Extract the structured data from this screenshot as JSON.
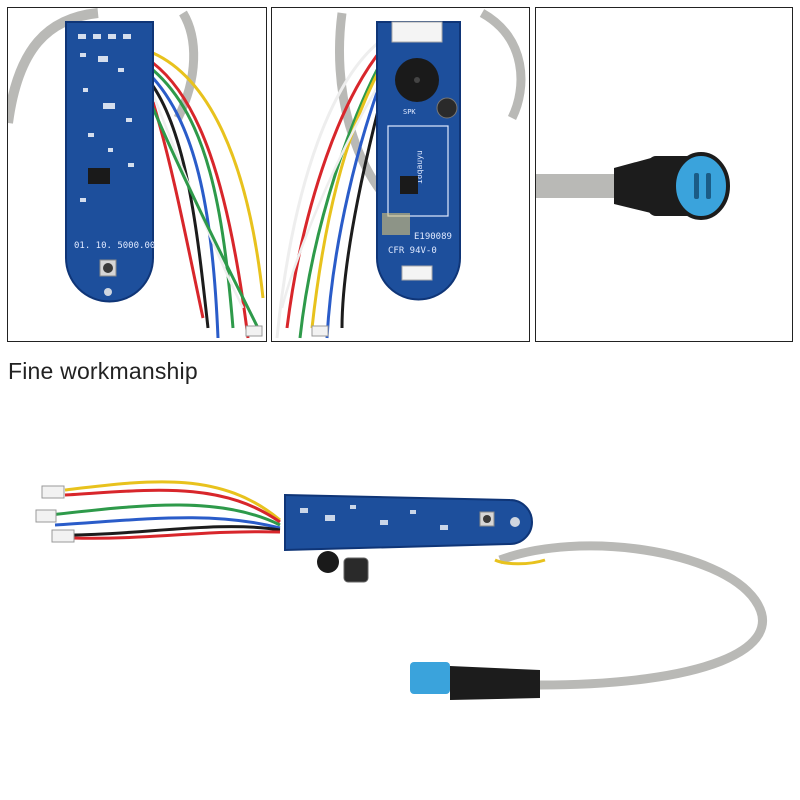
{
  "caption": "Fine workmanship",
  "board_front": {
    "silk_value": "01.  10.  5000.00"
  },
  "board_back": {
    "brand_mark": "ioqauyu",
    "code": "E190089",
    "cert": "CFR  94V-0",
    "spk_label": "SPK"
  },
  "colors": {
    "pcb_blue": "#1d4f9c",
    "pcb_dark": "#0f3577",
    "cable_gray": "#b9b9b6",
    "connector_blue": "#3aa3dc",
    "wire_red": "#d8262b",
    "wire_green": "#2e9a4a",
    "wire_yellow": "#e8c21d",
    "wire_black": "#1c1c1c",
    "wire_blue": "#2a5cc9",
    "wire_white": "#eeeeee"
  }
}
